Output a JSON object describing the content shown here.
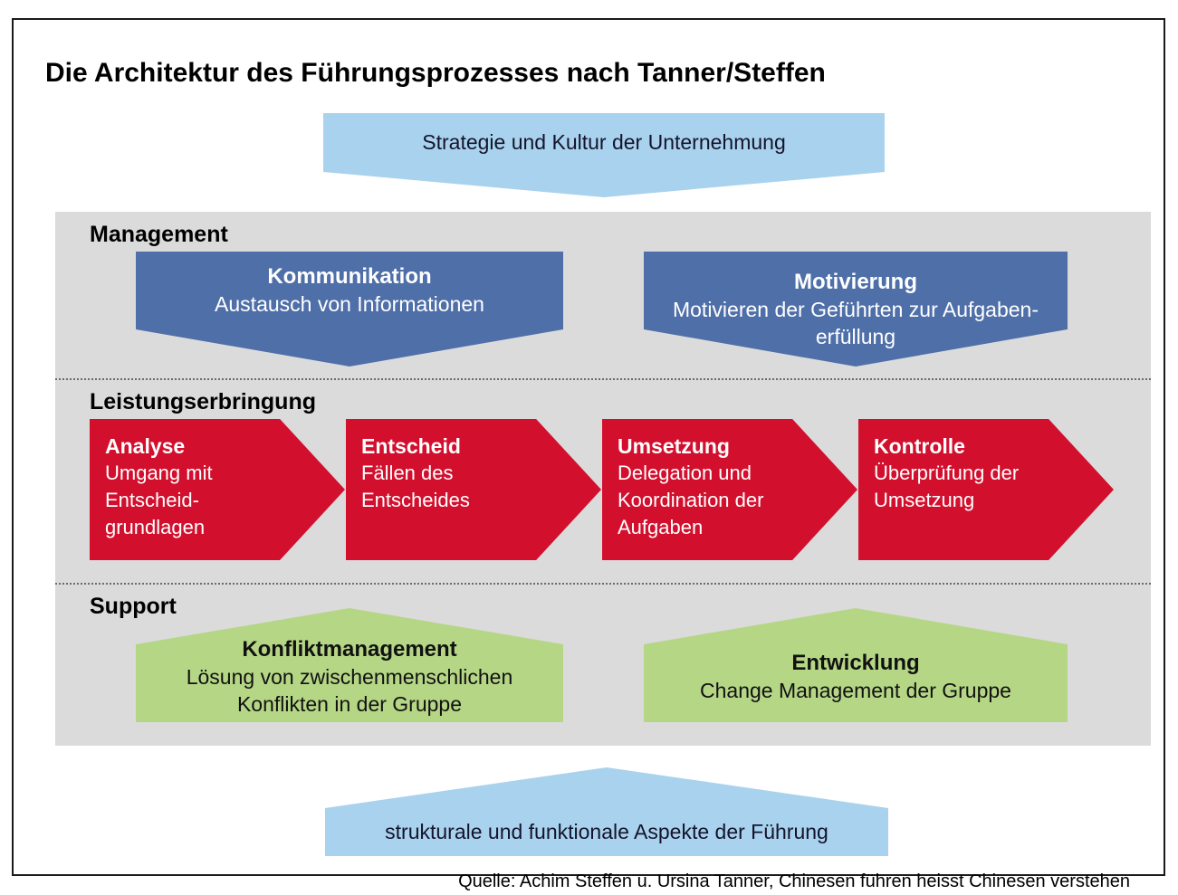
{
  "title": "Die Architektur des Führungsprozesses nach Tanner/Steffen",
  "top_banner": {
    "label": "Strategie und Kultur der Unternehmung"
  },
  "sections": {
    "management": {
      "heading": "Management",
      "items": [
        {
          "title": "Kommunikation",
          "lines": [
            "Austausch von Informationen"
          ]
        },
        {
          "title": "Motivierung",
          "lines": [
            "Motivieren der Geführten zur Aufgaben-",
            "erfüllung"
          ]
        }
      ]
    },
    "leistungserbringung": {
      "heading": "Leistungserbringung",
      "steps": [
        {
          "title": "Analyse",
          "lines": [
            "Umgang mit",
            "Entscheid-",
            "grundlagen"
          ]
        },
        {
          "title": "Entscheid",
          "lines": [
            "Fällen des",
            "Entscheides"
          ]
        },
        {
          "title": "Umsetzung",
          "lines": [
            "Delegation und",
            "Koordination der",
            "Aufgaben"
          ]
        },
        {
          "title": "Kontrolle",
          "lines": [
            "Überprüfung der",
            "Umsetzung"
          ]
        }
      ]
    },
    "support": {
      "heading": "Support",
      "items": [
        {
          "title": "Konfliktmanagement",
          "lines": [
            "Lösung von zwischenmenschlichen",
            "Konflikten in der Gruppe"
          ]
        },
        {
          "title": "Entwicklung",
          "lines": [
            "Change Management der Gruppe"
          ]
        }
      ]
    }
  },
  "bottom_banner": {
    "label": "strukturale und funktionale Aspekte der Führung"
  },
  "source": "Quelle: Achim Steffen u. Ursina Tanner, Chinesen führen heisst Chinesen verstehen",
  "colors": {
    "panel_bg": "#dbdbdb",
    "light_blue": "#a9d2ee",
    "dark_blue": "#4f6fa9",
    "red": "#d2102e",
    "green": "#b5d685",
    "banner_text": "#14142b",
    "white_text": "#ffffff",
    "black_text": "#111111"
  }
}
